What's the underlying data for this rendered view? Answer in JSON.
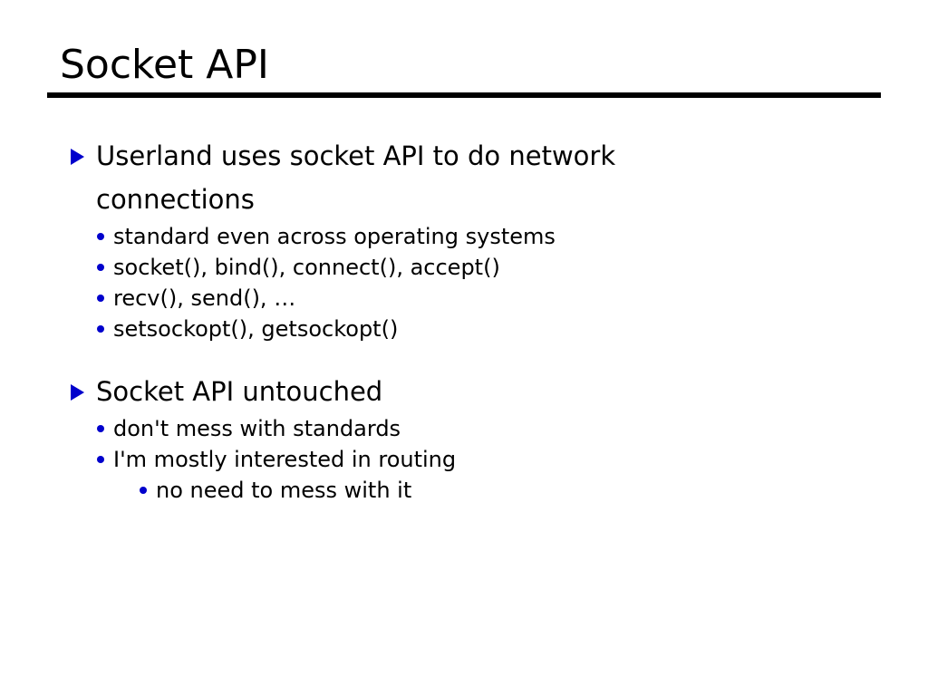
{
  "slide": {
    "title": "Socket API",
    "background_color": "#ffffff",
    "text_color": "#000000",
    "bullet_color": "#0000CC",
    "sections": [
      {
        "level1": "Userland uses socket API to do network connections",
        "marker": "triangle-marker",
        "children": [
          {
            "level": 2,
            "text": "standard even across operating systems",
            "marker": "dot-marker"
          },
          {
            "level": 2,
            "text": "socket(), bind(), connect(), accept()",
            "marker": "dot-marker"
          },
          {
            "level": 2,
            "text": "recv(), send(), …",
            "marker": "dot-marker"
          },
          {
            "level": 2,
            "text": "setsockopt(), getsockopt()",
            "marker": "dot-marker"
          }
        ]
      },
      {
        "level1": "Socket API untouched",
        "marker": "triangle-marker",
        "children": [
          {
            "level": 2,
            "text": "don't mess with standards",
            "marker": "dot-marker"
          },
          {
            "level": 2,
            "text": "I'm mostly interested in routing",
            "marker": "dot-marker"
          },
          {
            "level": 3,
            "text": "no need to mess with it",
            "marker": "dot-marker"
          }
        ]
      }
    ]
  }
}
